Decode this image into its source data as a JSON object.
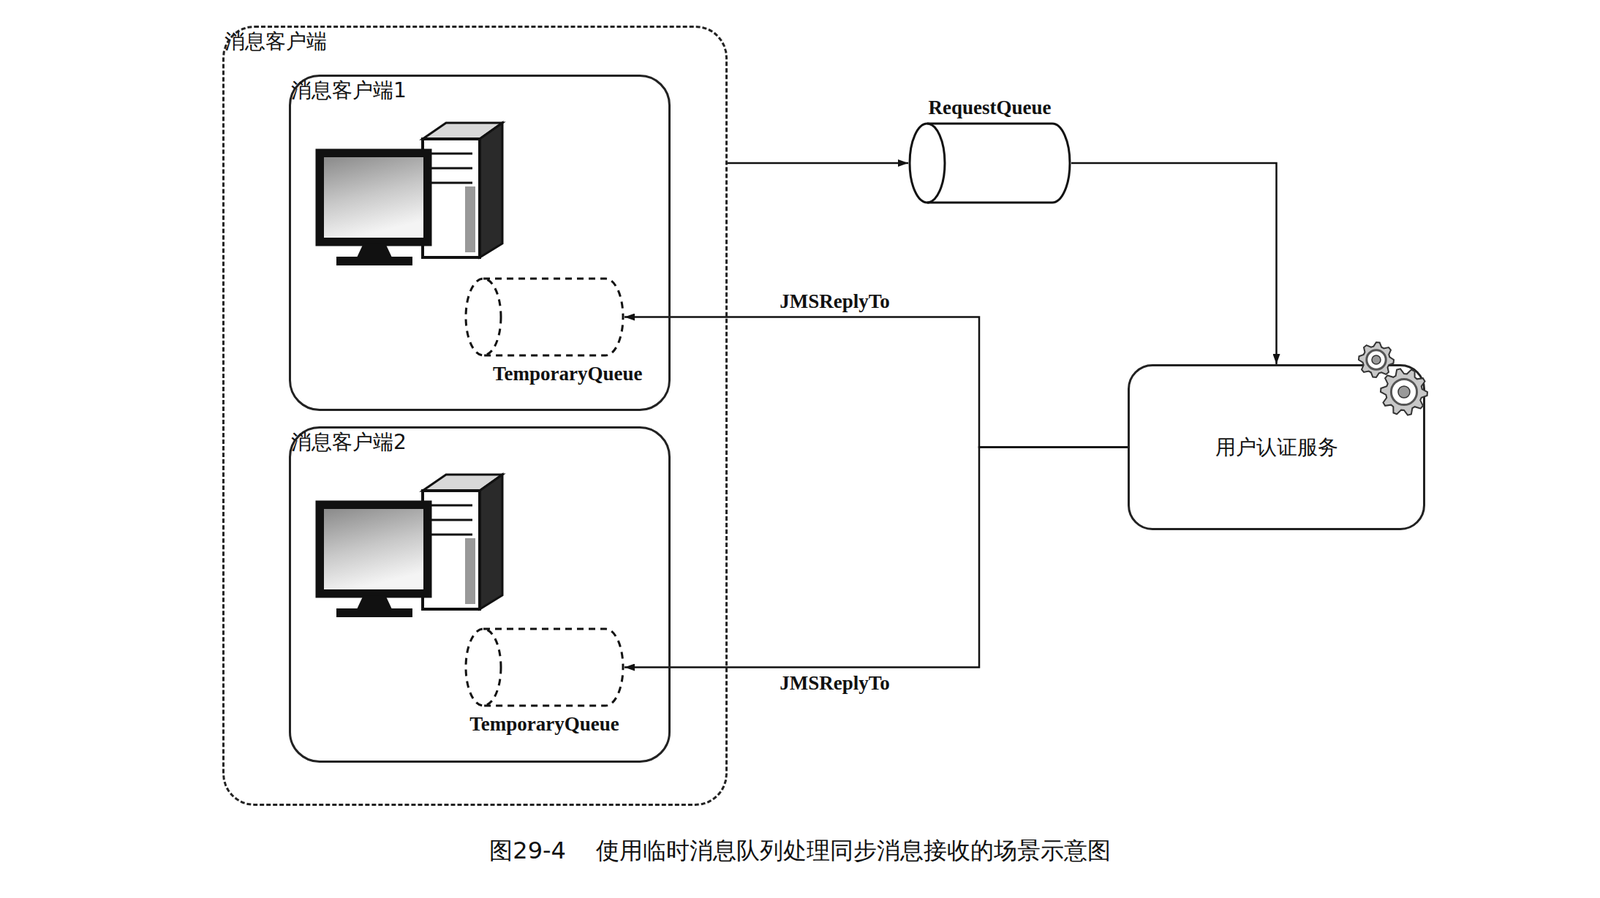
{
  "diagram": {
    "caption": "图29-4    使用临时消息队列处理同步消息接收的场景示意图",
    "nodes": [
      {
        "text": [
          "消息客户端"
        ]
      },
      {
        "text": [
          "消息客户端1"
        ],
        "in": 0
      },
      {
        "text": [
          "TemporaryQueue"
        ],
        "in": 1
      },
      {
        "text": [
          "消息客户端2"
        ],
        "in": 0
      },
      {
        "text": [
          "TemporaryQueue"
        ],
        "in": 3
      },
      {
        "text": [
          "RequestQueue"
        ]
      },
      {
        "text": [
          "用户认证服务"
        ]
      }
    ],
    "edges": [
      {
        "from": 0,
        "to": 5,
        "arrow": "to"
      },
      {
        "from": 5,
        "to": 6,
        "arrow": "to"
      },
      {
        "from": 6,
        "to": 2,
        "arrow": "to",
        "label": "JMSReplyTo"
      },
      {
        "from": 6,
        "to": 4,
        "arrow": "to",
        "label": "JMSReplyTo"
      }
    ]
  }
}
